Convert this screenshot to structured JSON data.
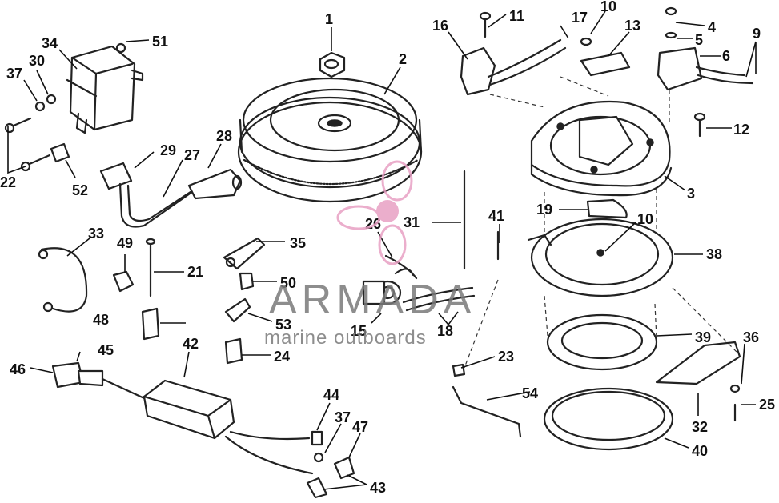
{
  "labels": {
    "l1": "1",
    "l2": "2",
    "l3": "3",
    "l4": "4",
    "l5": "5",
    "l6": "6",
    "l9": "9",
    "l10a": "10",
    "l10b": "10",
    "l11": "11",
    "l12": "12",
    "l13": "13",
    "l15": "15",
    "l16": "16",
    "l17": "17",
    "l18": "18",
    "l19": "19",
    "l21": "21",
    "l22": "22",
    "l23": "23",
    "l24": "24",
    "l25": "25",
    "l26": "26",
    "l27": "27",
    "l28": "28",
    "l29": "29",
    "l30": "30",
    "l31": "31",
    "l32": "32",
    "l33": "33",
    "l34": "34",
    "l35": "35",
    "l36": "36",
    "l37a": "37",
    "l37b": "37",
    "l38": "38",
    "l39": "39",
    "l40": "40",
    "l41": "41",
    "l42": "42",
    "l43": "43",
    "l44": "44",
    "l45": "45",
    "l46": "46",
    "l47": "47",
    "l48": "48",
    "l49": "49",
    "l50": "50",
    "l51": "51",
    "l52": "52",
    "l53": "53",
    "l54": "54"
  },
  "watermark": {
    "brand": "ARMADA",
    "tagline": "marine outboards",
    "accent_color": "#e8a0c4",
    "text_color": "#7a7a7a"
  }
}
